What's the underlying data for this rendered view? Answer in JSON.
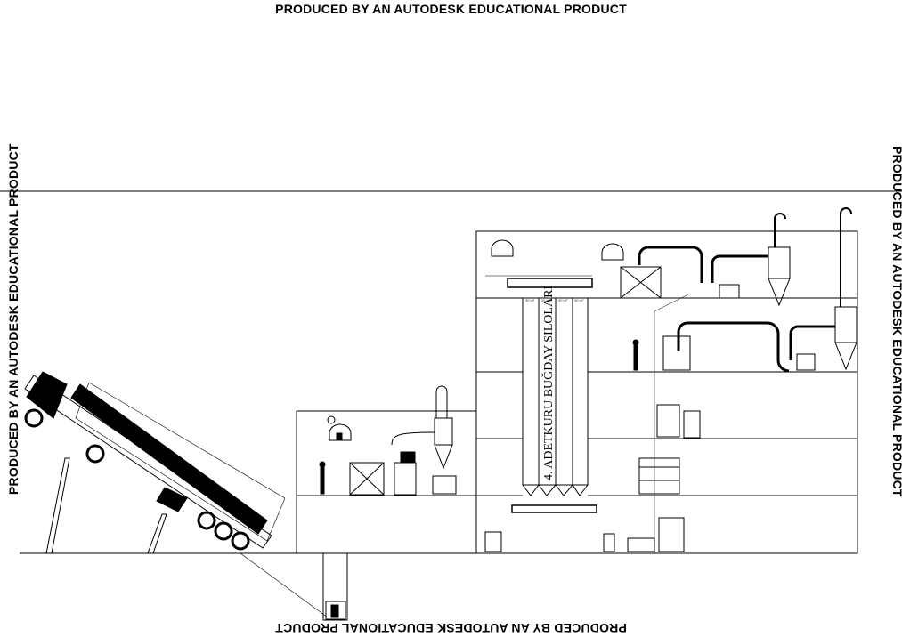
{
  "watermarks": {
    "top": "PRODUCED BY AN AUTODESK EDUCATIONAL PRODUCT",
    "bottom": "PRODUCED BY AN AUTODESK EDUCATIONAL PRODUCT",
    "left": "PRODUCED BY AN AUTODESK EDUCATIONAL PRODUCT",
    "right": "PRODUCED BY AN AUTODESK EDUCATIONAL PRODUCT"
  },
  "drawing": {
    "silo_label": "4. ADETKURU BUĞDAY SILOLARI",
    "silo_capacities": [
      "30 m³",
      "30 m³",
      "30 m³",
      "30 m³"
    ]
  }
}
